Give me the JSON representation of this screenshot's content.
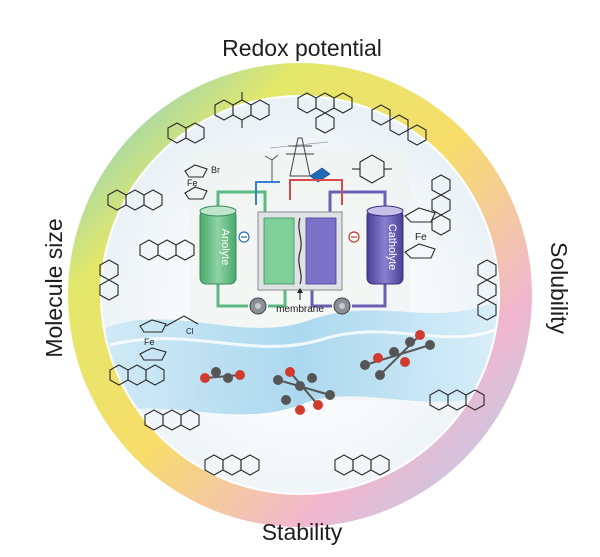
{
  "ring_labels": {
    "top": "Redox potential",
    "right": "Solubility",
    "bottom": "Stability",
    "left": "Molecule size"
  },
  "cell": {
    "anolyte": "Anolyte",
    "catholyte": "Catholyte",
    "membrane": "membrane",
    "anode_sign": "⊖",
    "cathode_sign": "⊖"
  },
  "chem_text": {
    "fe_left_top": "Fe",
    "br": "Br",
    "fe_right": "Fe",
    "fe_left_bottom": "Fe",
    "cl": "Cl"
  },
  "colors": {
    "anolyte": "#6cc08a",
    "catholyte": "#6b5fb5",
    "membrane_accent": "#3a8fd9",
    "ring_yellow": "#f4e15a",
    "ring_blue": "#5bc4e6",
    "ring_pink": "#e9a6c6"
  }
}
